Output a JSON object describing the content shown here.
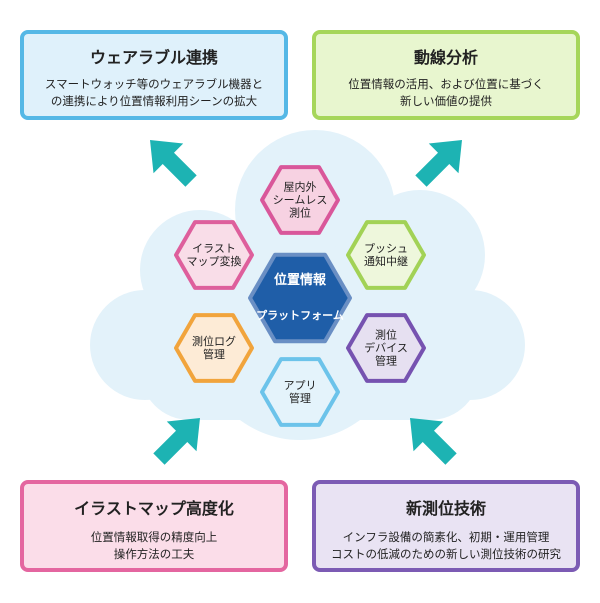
{
  "boxes": {
    "wearable": {
      "title": "ウェアラブル連携",
      "desc": "スマートウォッチ等のウェアラブル機器と\nの連携により位置情報利用シーンの拡大",
      "bg": "#dff1fb",
      "border": "#55b8e6"
    },
    "flow": {
      "title": "動線分析",
      "desc": "位置情報の活用、および位置に基づく\n新しい価値の提供",
      "bg": "#e8f6cf",
      "border": "#a6d65a"
    },
    "map": {
      "title": "イラストマップ高度化",
      "desc": "位置情報取得の精度向上\n操作方法の工夫",
      "bg": "#fbdde9",
      "border": "#e466a0"
    },
    "tech": {
      "title": "新測位技術",
      "desc": "インフラ設備の簡素化、初期・運用管理\nコストの低減のための新しい測位技術の研究",
      "bg": "#e9e3f3",
      "border": "#7c5bb4"
    }
  },
  "center": {
    "line1": "位置情報",
    "line2": "プラットフォーム",
    "fill": "#1f5ea8",
    "border": "#6a8fc4"
  },
  "hexagons": [
    {
      "id": "seamless",
      "label": "屋内外\nシームレス\n測位",
      "fill": "#f7d2e2",
      "border": "#d9579a"
    },
    {
      "id": "push",
      "label": "プッシュ\n通知中継",
      "fill": "#eef7dc",
      "border": "#a2d256"
    },
    {
      "id": "device",
      "label": "測位\nデバイス\n管理",
      "fill": "#e6e0f1",
      "border": "#7652b0"
    },
    {
      "id": "app",
      "label": "アプリ\n管理",
      "fill": "#e4f3fb",
      "border": "#6cc3ea"
    },
    {
      "id": "log",
      "label": "測位ログ\n管理",
      "fill": "#fdebd6",
      "border": "#f1a43c"
    },
    {
      "id": "illust",
      "label": "イラスト\nマップ変換",
      "fill": "#f9dde8",
      "border": "#de5f9c"
    }
  ],
  "colors": {
    "cloud": "#e3f2fa",
    "arrow": "#1db3b3"
  }
}
